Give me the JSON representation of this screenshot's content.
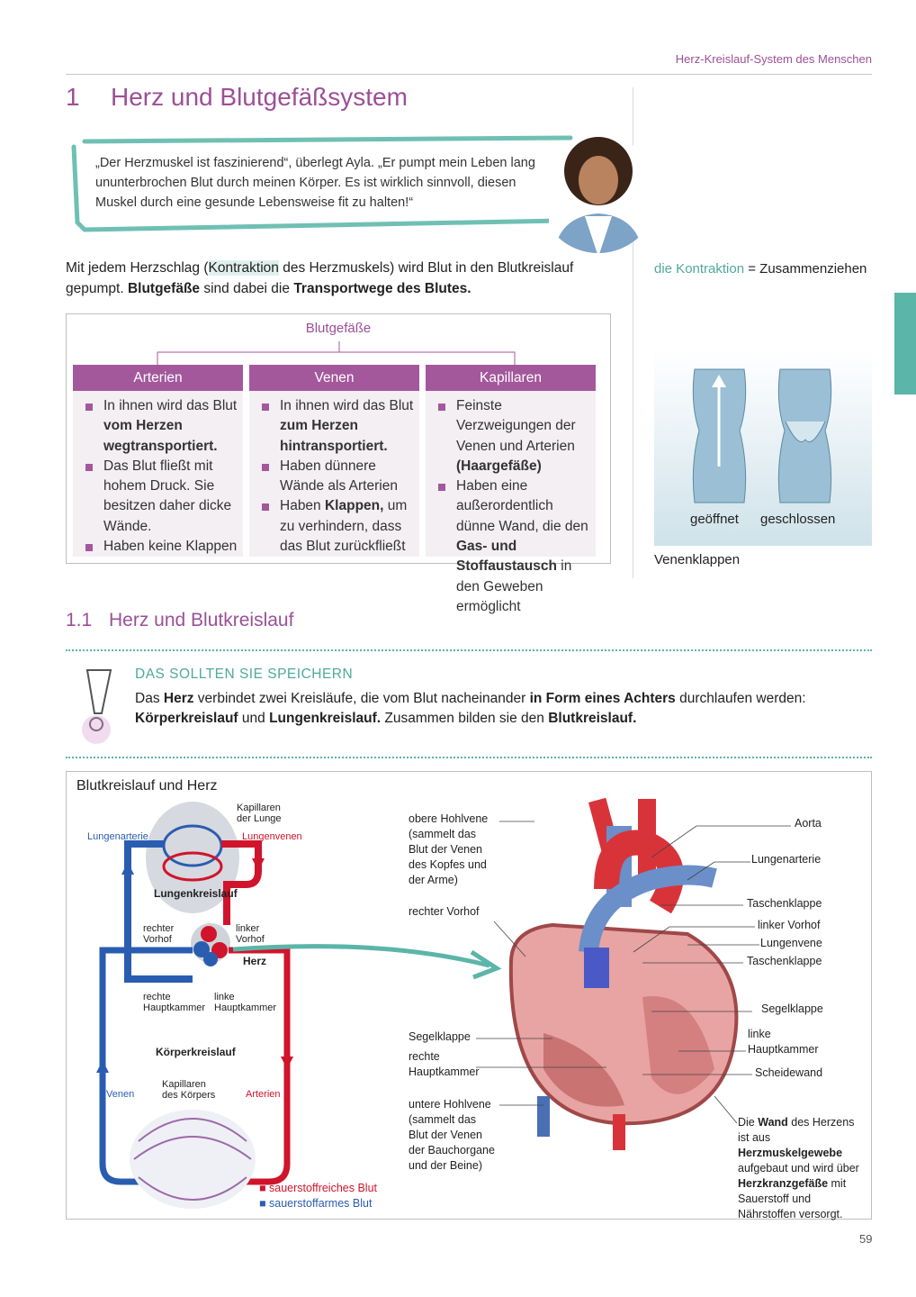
{
  "running_head": "Herz-Kreislauf-System des Menschen",
  "chapter": {
    "number": "1",
    "title": "Herz und Blutgefäßsystem"
  },
  "quote": "„Der Herzmuskel ist faszinierend“, überlegt Ayla. „Er pumpt mein Leben lang ununterbrochen Blut durch meinen Körper. Es ist wirklich sinnvoll, diesen Muskel durch eine gesunde Lebensweise fit zu halten!“",
  "intro": [
    {
      "t": "Mit jedem Herzschlag ("
    },
    {
      "t": "Kontraktion",
      "h": true
    },
    {
      "t": " des Herzmuskels) wird Blut in den Blutkreislauf gepumpt. "
    },
    {
      "t": "Blutgefäße",
      "b": true
    },
    {
      "t": " sind dabei die "
    },
    {
      "t": "Transportwege des Blutes.",
      "b": true
    }
  ],
  "margin_note": {
    "term": "die Kontraktion",
    "def": " = Zusammenziehen"
  },
  "table": {
    "title": "Blutgefäße",
    "columns": [
      {
        "header": "Arterien",
        "items": [
          [
            {
              "t": "In ihnen wird das Blut "
            },
            {
              "t": "vom Herzen wegtransportiert.",
              "b": true
            }
          ],
          [
            {
              "t": "Das Blut fließt mit hohem Druck. Sie besitzen daher dicke Wände."
            }
          ],
          [
            {
              "t": "Haben keine Klappen"
            }
          ]
        ]
      },
      {
        "header": "Venen",
        "items": [
          [
            {
              "t": "In ihnen wird das Blut "
            },
            {
              "t": "zum Herzen hintransportiert.",
              "b": true
            }
          ],
          [
            {
              "t": "Haben dünnere Wände als Arterien"
            }
          ],
          [
            {
              "t": "Haben "
            },
            {
              "t": "Klappen,",
              "b": true
            },
            {
              "t": " um zu verhindern, dass das Blut zurückfließt"
            }
          ]
        ]
      },
      {
        "header": "Kapillaren",
        "items": [
          [
            {
              "t": "Feinste Verzweigungen der Venen und Arterien "
            },
            {
              "t": "(Haargefäße)",
              "b": true
            }
          ],
          [
            {
              "t": "Haben eine außerordentlich dünne Wand, die den "
            },
            {
              "t": "Gas- und Stoffaustausch",
              "b": true
            },
            {
              "t": " in den Geweben ermöglicht"
            }
          ]
        ]
      }
    ]
  },
  "valves": {
    "open": "geöffnet",
    "closed": "geschlossen",
    "caption": "Venenklappen"
  },
  "section": {
    "number": "1.1",
    "title": "Herz und Blutkreislauf"
  },
  "memo": {
    "heading": "DAS SOLLTEN SIE SPEICHERN",
    "text": [
      {
        "t": "Das "
      },
      {
        "t": "Herz",
        "b": true
      },
      {
        "t": " verbindet zwei Kreisläufe, die vom Blut nacheinander "
      },
      {
        "t": "in Form eines Achters",
        "b": true
      },
      {
        "t": " durchlaufen werden: "
      },
      {
        "t": "Körperkreislauf",
        "b": true
      },
      {
        "t": " und "
      },
      {
        "t": "Lungenkreislauf.",
        "b": true
      },
      {
        "t": " Zusammen bilden sie den "
      },
      {
        "t": "Blutkreislauf.",
        "b": true
      }
    ]
  },
  "figure": {
    "title": "Blutkreislauf und Herz",
    "schema": {
      "kap_lunge": "Kapillaren\nder Lunge",
      "lungenarterie": "Lungenarterie",
      "lungenvenen": "Lungenvenen",
      "lungenkreislauf": "Lungenkreislauf",
      "rechter_vorhof": "rechter\nVorhof",
      "linker_vorhof": "linker\nVorhof",
      "herz": "Herz",
      "rechte_hk": "rechte\nHauptkammer",
      "linke_hk": "linke\nHauptkammer",
      "koerperkreislauf": "Körperkreislauf",
      "kap_koerper": "Kapillaren\ndes Körpers",
      "venen": "Venen",
      "arterien": "Arterien"
    },
    "legend": [
      {
        "label": "sauerstoffreiches Blut",
        "color": "#d0142c"
      },
      {
        "label": "sauerstoffarmes Blut",
        "color": "#2a5db0"
      }
    ],
    "heart": {
      "obere_hohlvene": "obere Hohlvene\n(sammelt das\nBlut der Venen\ndes Kopfes und\nder Arme)",
      "rechter_vorhof": "rechter Vorhof",
      "segelklappe_l": "Segelklappe",
      "rechte_hk": "rechte\nHauptkammer",
      "untere_hohlvene": "untere Hohlvene\n(sammelt das\nBlut der Venen\nder Bauchorgane\nund der Beine)",
      "aorta": "Aorta",
      "lungenarterie": "Lungenarterie",
      "taschenklappe1": "Taschenklappe",
      "linker_vorhof": "linker Vorhof",
      "lungenvene": "Lungenvene",
      "taschenklappe2": "Taschenklappe",
      "segelklappe_r": "Segelklappe",
      "linke_hk": "linke\nHauptkammer",
      "scheidewand": "Scheidewand",
      "wand": [
        {
          "t": "Die "
        },
        {
          "t": "Wand",
          "b": true
        },
        {
          "t": " des Herzens ist aus "
        },
        {
          "t": "Herzmuskelgewebe",
          "b": true
        },
        {
          "t": " aufgebaut und wird über "
        },
        {
          "t": "Herzkranzgefäße",
          "b": true
        },
        {
          "t": " mit Sauerstoff und Nährstoffen versorgt."
        }
      ]
    }
  },
  "page_number": "59"
}
